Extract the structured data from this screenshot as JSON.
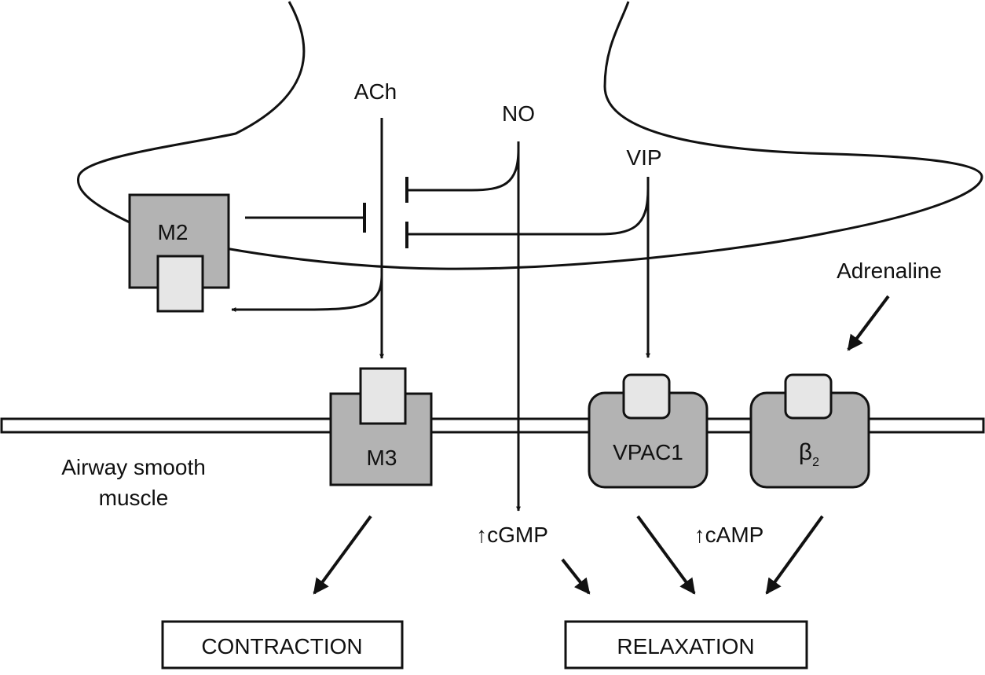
{
  "labels": {
    "ach": "ACh",
    "no": "NO",
    "vip": "VIP",
    "adrenaline": "Adrenaline",
    "m2": "M2",
    "m3": "M3",
    "vpac1": "VPAC1",
    "beta2_symbol": "β",
    "beta2_subscript": "2",
    "cgmp": "↑cGMP",
    "camp": "↑cAMP",
    "tissue_line1": "Airway smooth",
    "tissue_line2": "muscle",
    "contraction": "CONTRACTION",
    "relaxation": "RELAXATION"
  },
  "colors": {
    "receptor_fill": "#b3b3b3",
    "ligand_site_fill": "#e6e6e6",
    "stroke": "#111111",
    "background": "#ffffff"
  }
}
